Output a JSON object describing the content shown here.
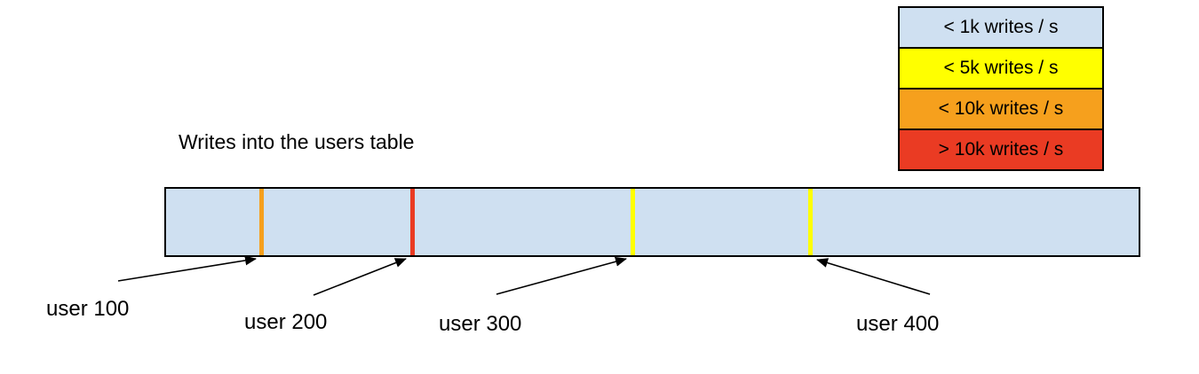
{
  "title": "Writes into the users table",
  "legend": {
    "items": [
      {
        "label": "< 1k writes / s",
        "color": "#cfe0f1"
      },
      {
        "label": "< 5k writes / s",
        "color": "#ffff00"
      },
      {
        "label": "< 10k writes / s",
        "color": "#f6a01d"
      },
      {
        "label": "> 10k writes / s",
        "color": "#ea3b23"
      }
    ]
  },
  "bar": {
    "description": "users table keyspace",
    "fill_color": "#cfe0f1",
    "border_color": "#000000",
    "stripes": [
      {
        "user": "user 100",
        "rate": "< 10k writes / s",
        "color": "#f6a01d",
        "position_pct": 9.8
      },
      {
        "user": "user 200",
        "rate": "> 10k writes / s",
        "color": "#ea3b23",
        "position_pct": 25.3
      },
      {
        "user": "user 300",
        "rate": "< 5k writes / s",
        "color": "#ffff00",
        "position_pct": 47.9
      },
      {
        "user": "user 400",
        "rate": "< 5k writes / s",
        "color": "#ffff00",
        "position_pct": 66.2
      }
    ]
  },
  "labels": [
    {
      "text": "user 100"
    },
    {
      "text": "user 200"
    },
    {
      "text": "user 300"
    },
    {
      "text": "user 400"
    }
  ]
}
